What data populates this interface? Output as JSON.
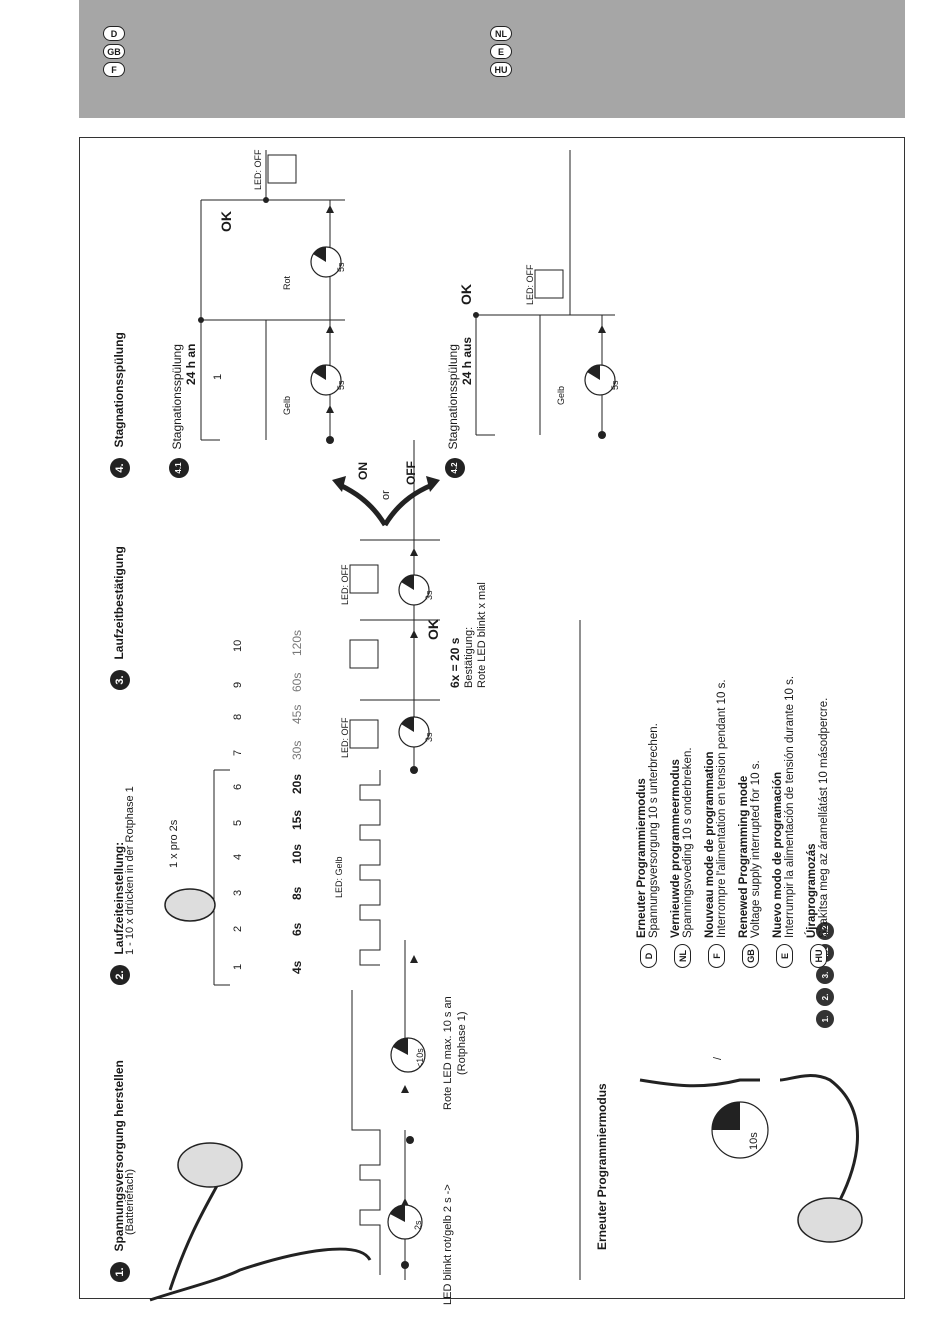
{
  "header": {
    "languages_left": [
      "D",
      "GB",
      "F"
    ],
    "languages_right": [
      "NL",
      "E",
      "HU"
    ]
  },
  "step1": {
    "number": "1.",
    "title": "Spannungsversorgung herstellen",
    "subtitle": "(Batteriefach)",
    "led_blink": "LED blinkt rot/gelb 2 s  ->",
    "led_red": "Rote LED max. 10 s an",
    "red_phase": "(Rotphase 1)",
    "timer_2s": "2s",
    "timer_lt10s": "<10s"
  },
  "step2": {
    "number": "2.",
    "title": "Laufzeiteinstellung:",
    "subtitle": "1 - 10 x drücken in der Rotphase 1",
    "press": "1 x pro 2s",
    "led_yellow": "LED: Gelb"
  },
  "press_counts": [
    "1",
    "2",
    "3",
    "4",
    "5",
    "6",
    "7",
    "8",
    "9",
    "10"
  ],
  "durations": [
    "4s",
    "6s",
    "8s",
    "10s",
    "15s",
    "20s",
    "30s",
    "45s",
    "60s",
    "120s"
  ],
  "step3": {
    "number": "3.",
    "title": "Laufzeitbestätigung",
    "led_off": "LED: OFF",
    "timer_3s": "3s",
    "ok": "OK",
    "result": "6x = 20 s",
    "confirm": "Bestätigung:",
    "confirm_text": "Rote LED blinkt x mal"
  },
  "branch": {
    "on": "ON",
    "or": "or",
    "off": "OFF"
  },
  "step4": {
    "number": "4.",
    "title": "Stagnationsspülung",
    "sub1_num": "4.1",
    "sub1_title": "Stagnationsspülung",
    "sub1_line2": "24 h an",
    "sub2_num": "4.2",
    "sub2_title": "Stagnationsspülung",
    "sub2_line2": "24 h aus",
    "gelb": "Gelb",
    "rot": "Rot",
    "one": "1",
    "timer_5s": "5s",
    "led_off": "LED: OFF",
    "ok": "OK"
  },
  "bottom": {
    "title": "Erneuter Programmiermodus",
    "timer_10s": "10s",
    "sep": "/",
    "badges": [
      "1.",
      "2.",
      "3.",
      "4.1",
      "4.2"
    ]
  },
  "legend": [
    {
      "code": "D",
      "title": "Erneuter Programmiermodus",
      "text": "Spannungsversorgung 10 s unterbrechen."
    },
    {
      "code": "NL",
      "title": "Vernieuwde programmeermodus",
      "text": "Spanningsvoeding 10 s onderbreken."
    },
    {
      "code": "F",
      "title": "Nouveau mode de programmation",
      "text": "Interrompre l'alimentation en tension pendant 10 s."
    },
    {
      "code": "GB",
      "title": "Renewed Programming mode",
      "text": "Voltage supply interrupted for 10 s."
    },
    {
      "code": "E",
      "title": "Nuevo modo de programación",
      "text": "Interrumpir la alimentación de tensión durante 10 s."
    },
    {
      "code": "HU",
      "title": "Újraprogramozás",
      "text": "Szakítsa meg az áramellátást 10 másodpercre."
    }
  ],
  "colors": {
    "header_bg": "#a6a6a6",
    "ink": "#1a1a1a"
  }
}
